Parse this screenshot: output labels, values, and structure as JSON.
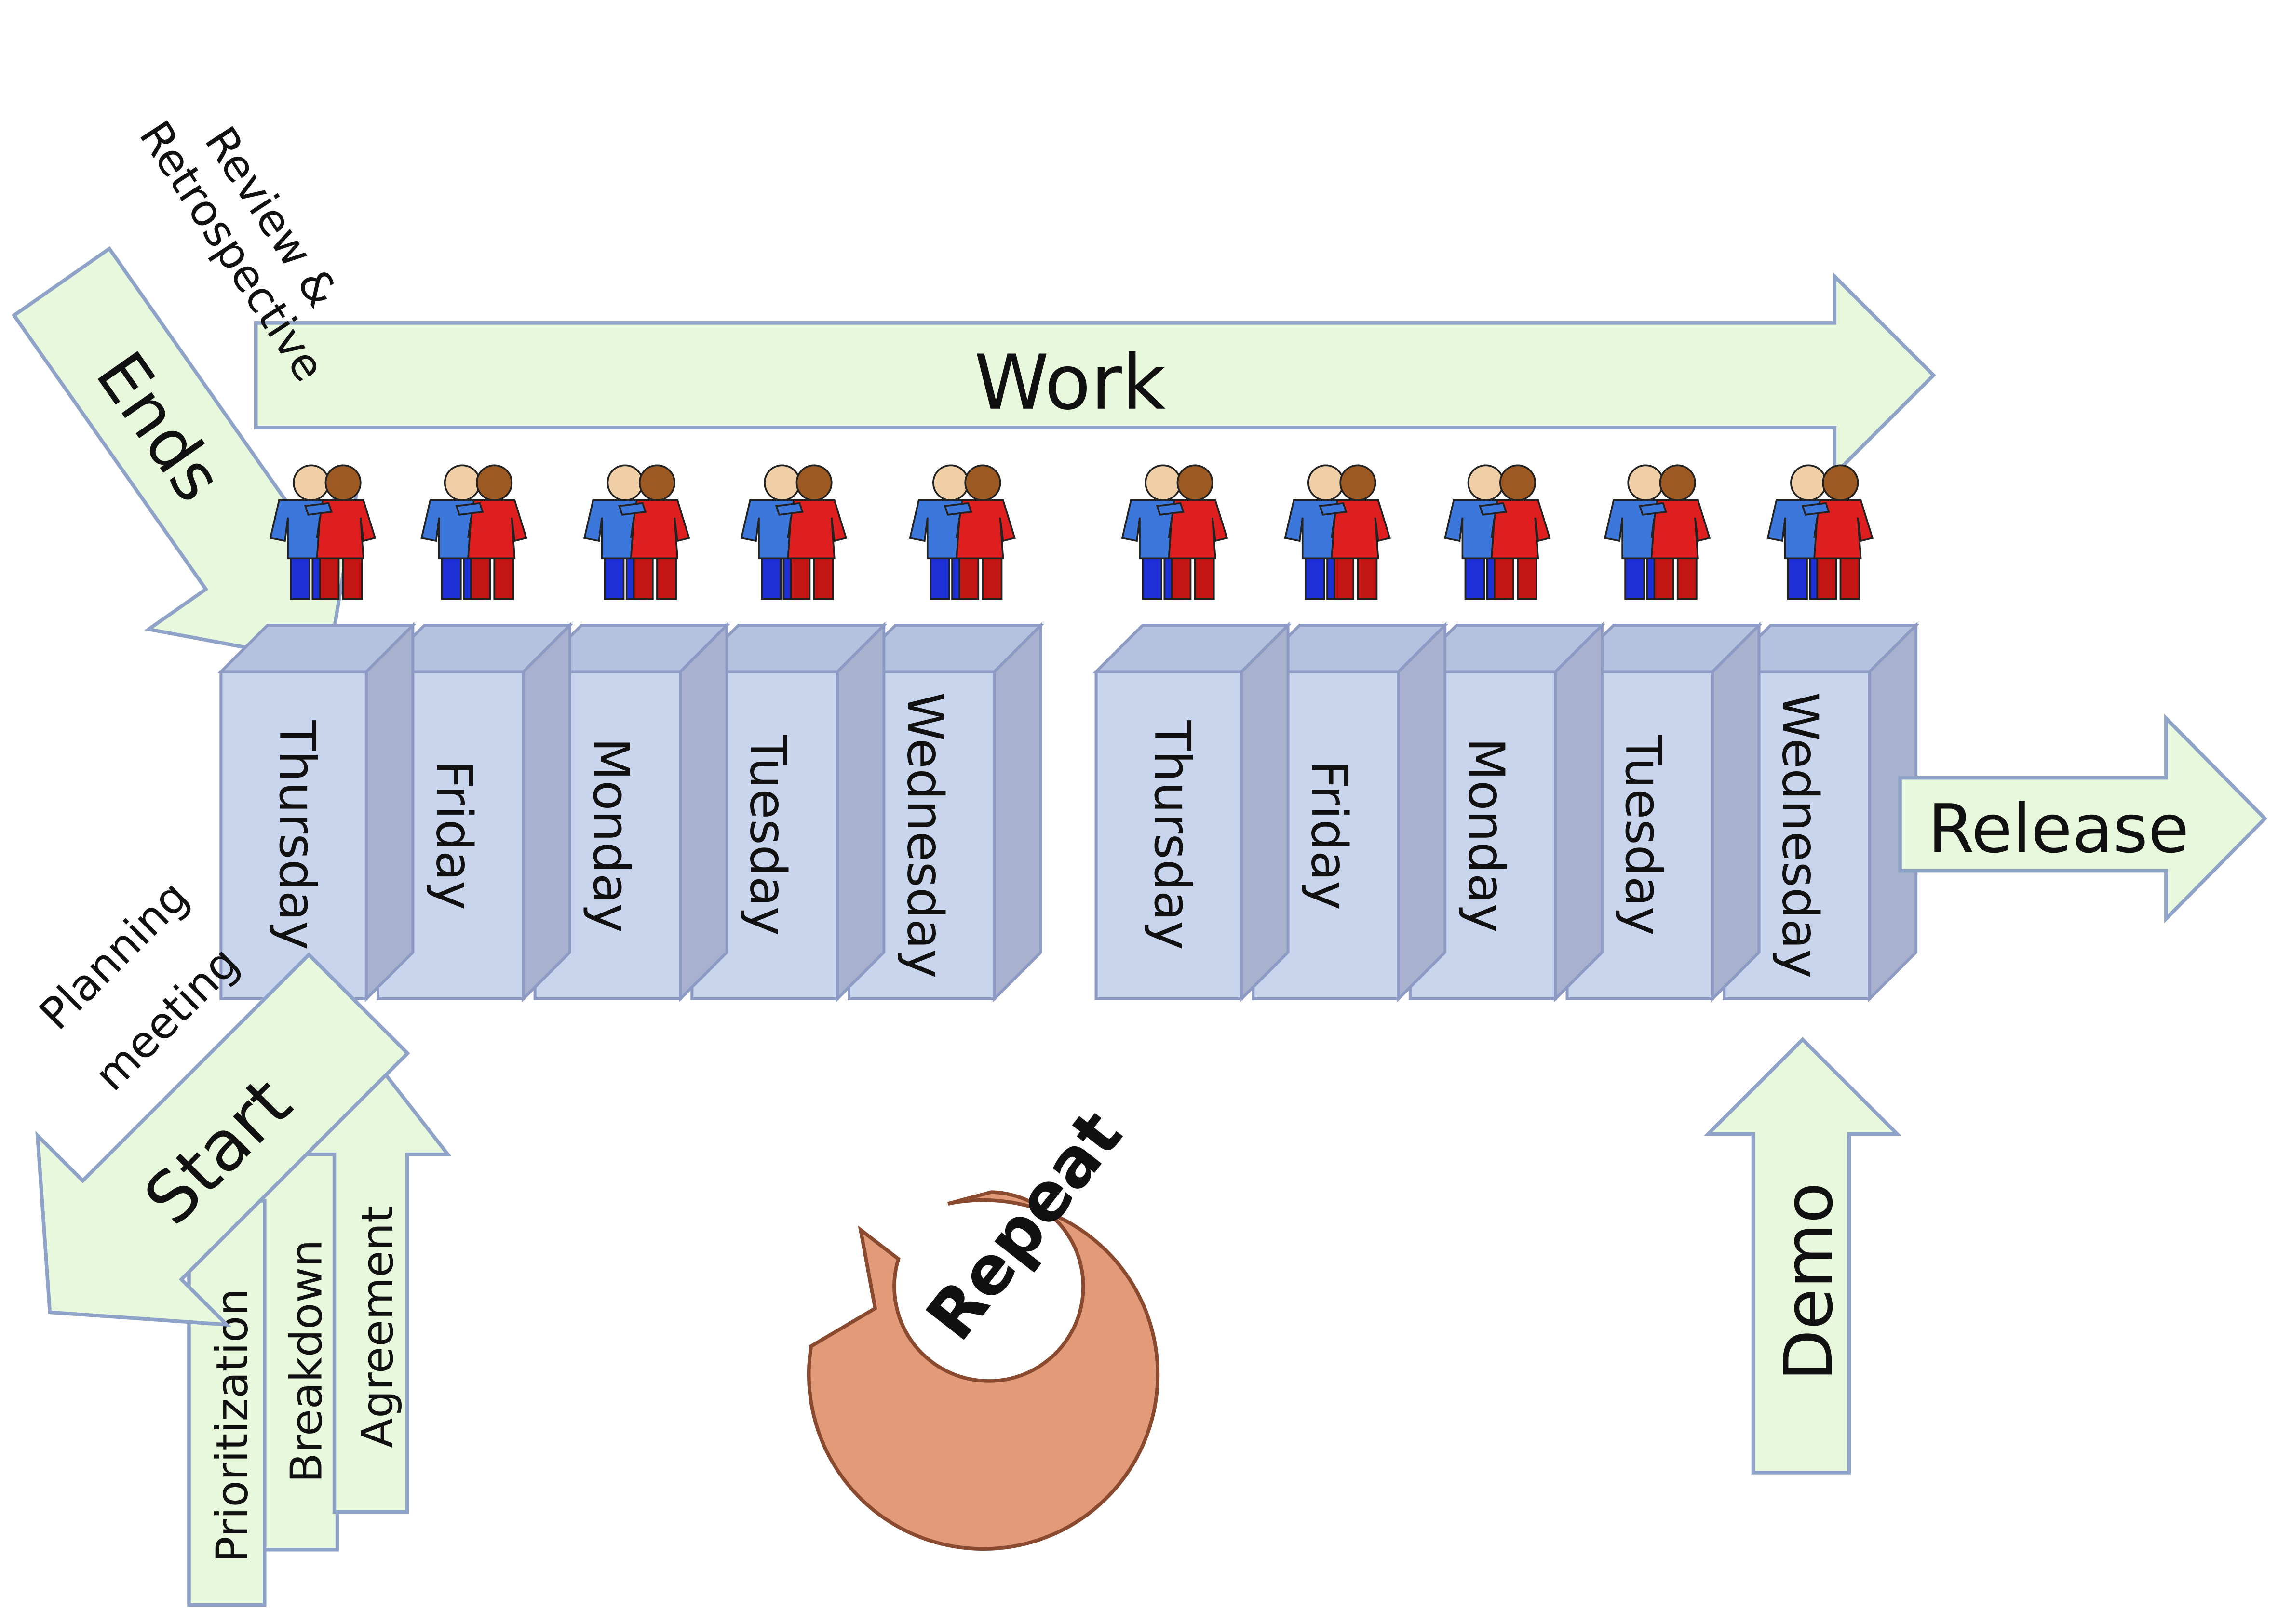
{
  "colors": {
    "arrow_fill": "#e8f8dc",
    "arrow_stroke": "#8fa3c8",
    "box_front": "#c9d5ec",
    "box_top": "#b4c2df",
    "box_side": "#a8b2cf",
    "box_stroke": "#8d9bc4",
    "person_blue": "#3c78dc",
    "person_blue_dark": "#1d2fd6",
    "person_red": "#df1f1f",
    "person_red_dark": "#c41515",
    "skin": "#f0cfa6",
    "hair": "#9c5a22",
    "repeat_fill": "#e39a79",
    "repeat_stroke": "#8a4a30",
    "text": "#111111"
  },
  "labels": {
    "work": "Work",
    "release": "Release",
    "ends": "Ends",
    "review_line1": "Review &",
    "review_line2": "Retrospective",
    "planning_line1": "Planning",
    "planning_line2": "meeting",
    "start": "Start",
    "prioritization": "Prioritization",
    "breakdown": "Breakdown",
    "agreement": "Agreement",
    "repeat": "Repeat",
    "demo": "Demo"
  },
  "sprint1_days": [
    "Thursday",
    "Friday",
    "Monday",
    "Tuesday",
    "Wednesday"
  ],
  "sprint2_days": [
    "Thursday",
    "Friday",
    "Monday",
    "Tuesday",
    "Wednesday"
  ],
  "icons": [
    "team-pair-icon",
    "repeat-cycle-icon",
    "arrow-icon"
  ]
}
